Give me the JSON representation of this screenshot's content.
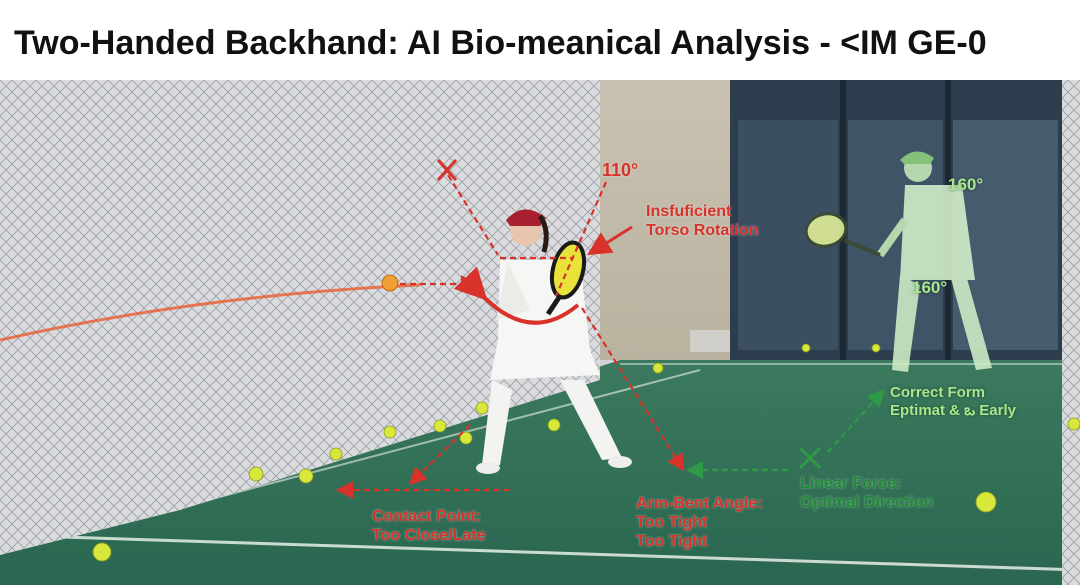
{
  "title": "Two-Handed Backhand: AI Bio-meanical Analysis - <IM GE-0",
  "annotations": {
    "angle_110": "110°",
    "torso_line1": "Insfuficient",
    "torso_line2": "Torso Rotation",
    "contact_line1": "Contact Point:",
    "contact_line2": "Too Close/Late",
    "arm_line1": "Arm-Bent Angle:",
    "arm_line2": "Too Tight",
    "arm_line3": "Too Tight",
    "linear_line1": "Linear Force:",
    "linear_line2": "Optimal Direction",
    "angle_160_top": "160°",
    "angle_160_mid": "160°",
    "correct_line1": "Correct Form",
    "correct_line2": "Eptimat & ఒ Early"
  },
  "colors": {
    "error": "#d8322a",
    "correct": "#a6e88a",
    "correct_dark": "#1f8a35",
    "court": "#2e6f55",
    "ball": "#d7e83a"
  }
}
